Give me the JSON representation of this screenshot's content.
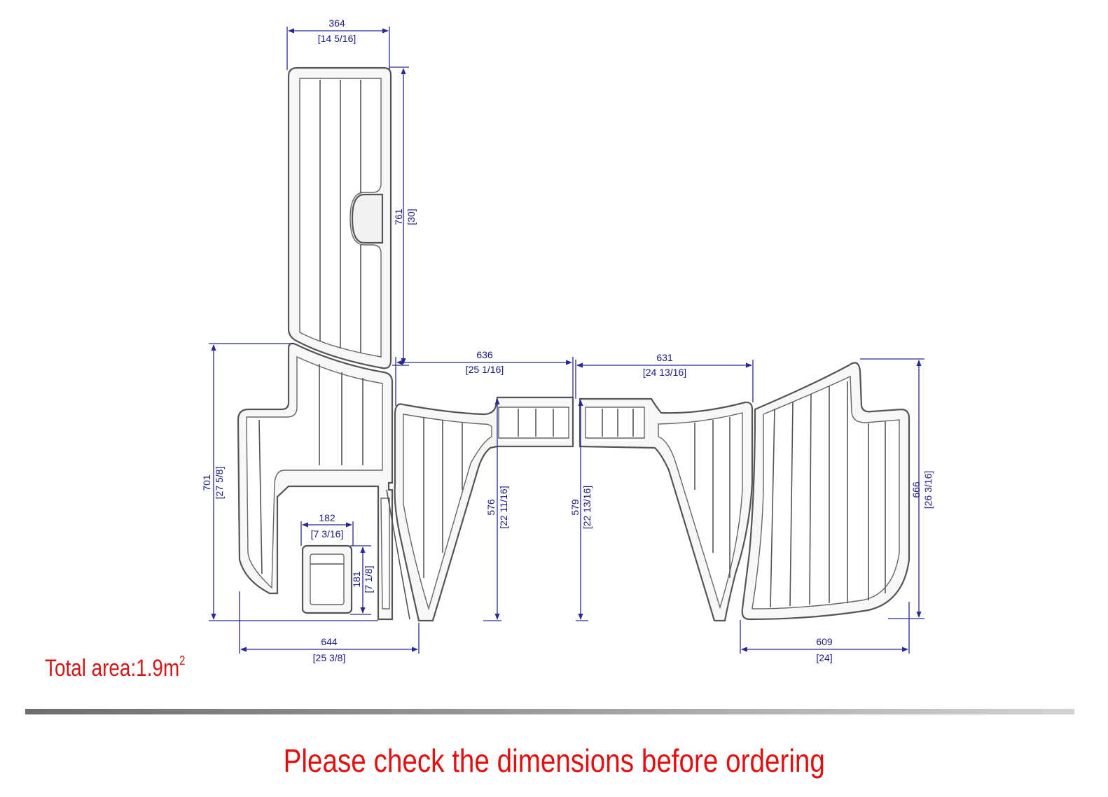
{
  "dimensions": {
    "top_width": {
      "mm": "364",
      "in": "[14 5/16]"
    },
    "top_height": {
      "mm": "761",
      "in": "[30]"
    },
    "left_height": {
      "mm": "701",
      "in": "[27 5/8]"
    },
    "hatch_width": {
      "mm": "182",
      "in": "[7 3/16]"
    },
    "hatch_height": {
      "mm": "181",
      "in": "[7 1/8]"
    },
    "left_width": {
      "mm": "644",
      "in": "[25 3/8]"
    },
    "mid_left_width": {
      "mm": "636",
      "in": "[25 1/16]"
    },
    "mid_left_height": {
      "mm": "576",
      "in": "[22 11/16]"
    },
    "mid_right_width": {
      "mm": "631",
      "in": "[24 13/16]"
    },
    "mid_right_height": {
      "mm": "579",
      "in": "[22 13/16]"
    },
    "right_height": {
      "mm": "666",
      "in": "[26 3/16]"
    },
    "right_width": {
      "mm": "609",
      "in": "[24]"
    }
  },
  "total_area": {
    "label": "Total area:1.9m",
    "superscript": "2"
  },
  "warning": "Please check the dimensions before ordering",
  "colors": {
    "warning": "#e01010",
    "dimension": "#1a1a80",
    "pad_outline": "#555555"
  }
}
